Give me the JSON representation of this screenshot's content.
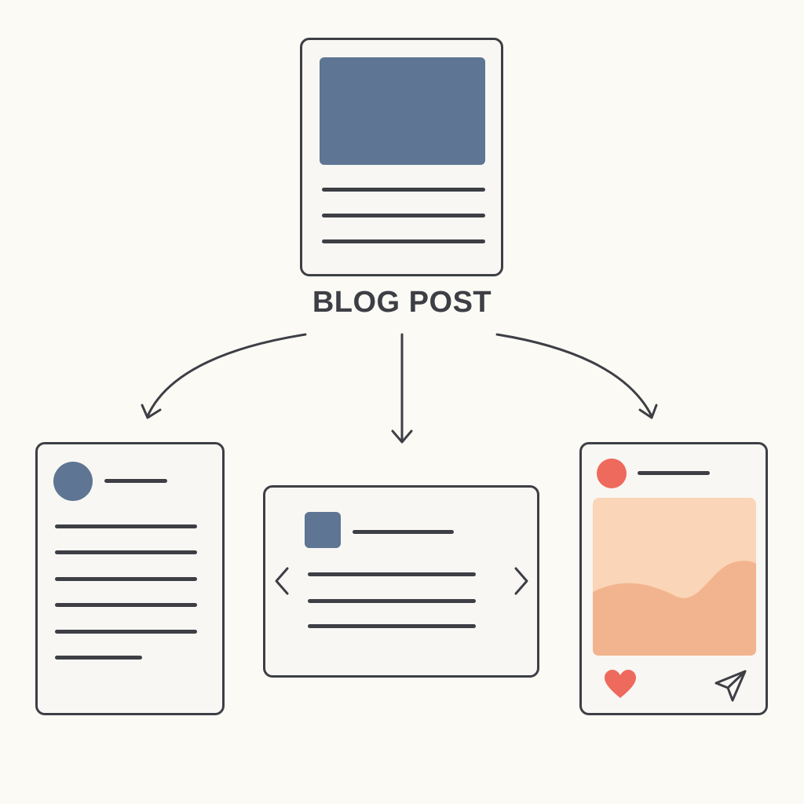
{
  "diagram": {
    "source_label": "BLOG POST",
    "nodes": [
      {
        "id": "blog-post",
        "kind": "article-card"
      },
      {
        "id": "social-text-post",
        "kind": "profile-text-card"
      },
      {
        "id": "carousel-post",
        "kind": "slider-card"
      },
      {
        "id": "image-post",
        "kind": "photo-social-card"
      }
    ],
    "edges": [
      {
        "from": "blog-post",
        "to": "social-text-post"
      },
      {
        "from": "blog-post",
        "to": "carousel-post"
      },
      {
        "from": "blog-post",
        "to": "image-post"
      }
    ],
    "icons": {
      "carousel_prev": "chevron-left-icon",
      "carousel_next": "chevron-right-icon",
      "like": "heart-icon",
      "share": "send-icon"
    },
    "colors": {
      "background": "#FBFAF5",
      "outline": "#3D3F45",
      "slate_blue": "#5E7593",
      "coral": "#EE6A5D",
      "peach_light": "#FAD5B7",
      "peach_dark": "#F2B48E"
    }
  }
}
